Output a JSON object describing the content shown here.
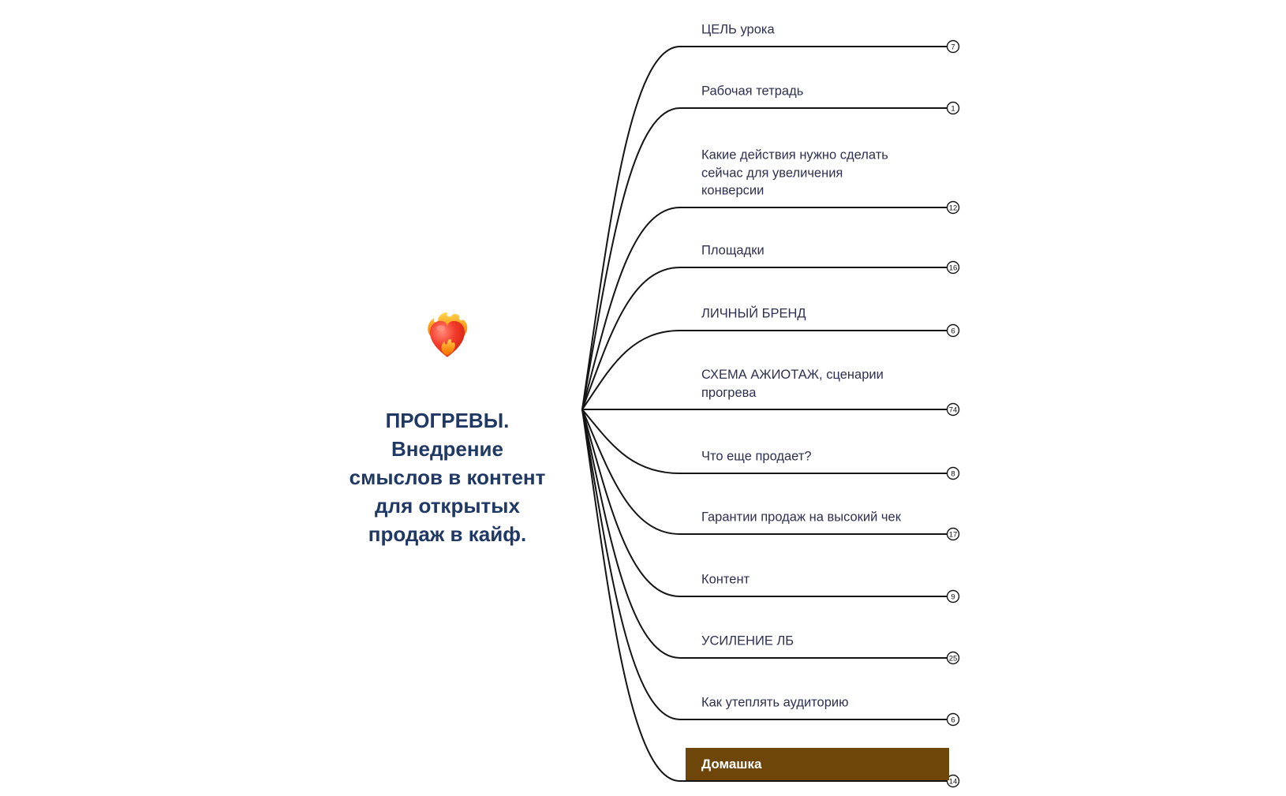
{
  "diagram": {
    "type": "mindmap",
    "central_topic": {
      "title": "ПРОГРЕВЫ. Внедрение смыслов в контент для открытых продаж в кайф.",
      "title_lines": [
        "ПРОГРЕВЫ.",
        "Внедрение",
        "смыслов в контент",
        "для открытых",
        "продаж в кайф."
      ],
      "icon": "heart-on-fire"
    },
    "branches": [
      {
        "label": "ЦЕЛЬ урока",
        "label_lines": [
          "ЦЕЛЬ урока"
        ],
        "count": "7",
        "highlighted": false
      },
      {
        "label": "Рабочая тетрадь",
        "label_lines": [
          "Рабочая тетрадь"
        ],
        "count": "1",
        "highlighted": false
      },
      {
        "label": "Какие действия нужно сделать сейчас для увеличения конверсии",
        "label_lines": [
          "Какие действия нужно сделать",
          "сейчас для увеличения",
          "конверсии"
        ],
        "count": "12",
        "highlighted": false
      },
      {
        "label": "Площадки",
        "label_lines": [
          "Площадки"
        ],
        "count": "16",
        "highlighted": false
      },
      {
        "label": "ЛИЧНЫЙ БРЕНД",
        "label_lines": [
          "ЛИЧНЫЙ БРЕНД"
        ],
        "count": "6",
        "highlighted": false
      },
      {
        "label": "СХЕМА АЖИОТАЖ, сценарии прогрева",
        "label_lines": [
          "СХЕМА АЖИОТАЖ, сценарии",
          "прогрева"
        ],
        "count": "74",
        "highlighted": false
      },
      {
        "label": "Что еще продает?",
        "label_lines": [
          "Что еще продает?"
        ],
        "count": "8",
        "highlighted": false
      },
      {
        "label": "Гарантии продаж на высокий чек",
        "label_lines": [
          "Гарантии продаж на высокий чек"
        ],
        "count": "17",
        "highlighted": false
      },
      {
        "label": "Контент",
        "label_lines": [
          "Контент"
        ],
        "count": "9",
        "highlighted": false
      },
      {
        "label": "УСИЛЕНИЕ ЛБ",
        "label_lines": [
          "УСИЛЕНИЕ ЛБ"
        ],
        "count": "25",
        "highlighted": false
      },
      {
        "label": "Как утеплять аудиторию",
        "label_lines": [
          "Как утеплять аудиторию"
        ],
        "count": "6",
        "highlighted": false
      },
      {
        "label": "Домашка",
        "label_lines": [
          "Домашка"
        ],
        "count": "14",
        "highlighted": true
      }
    ],
    "colors": {
      "background": "#ffffff",
      "line": "#141414",
      "branch_text": "#2d3050",
      "central_text": "#203864",
      "highlight_bg": "#6e460a",
      "highlight_text": "#ffffff",
      "badge_fill": "#ffffff"
    }
  }
}
